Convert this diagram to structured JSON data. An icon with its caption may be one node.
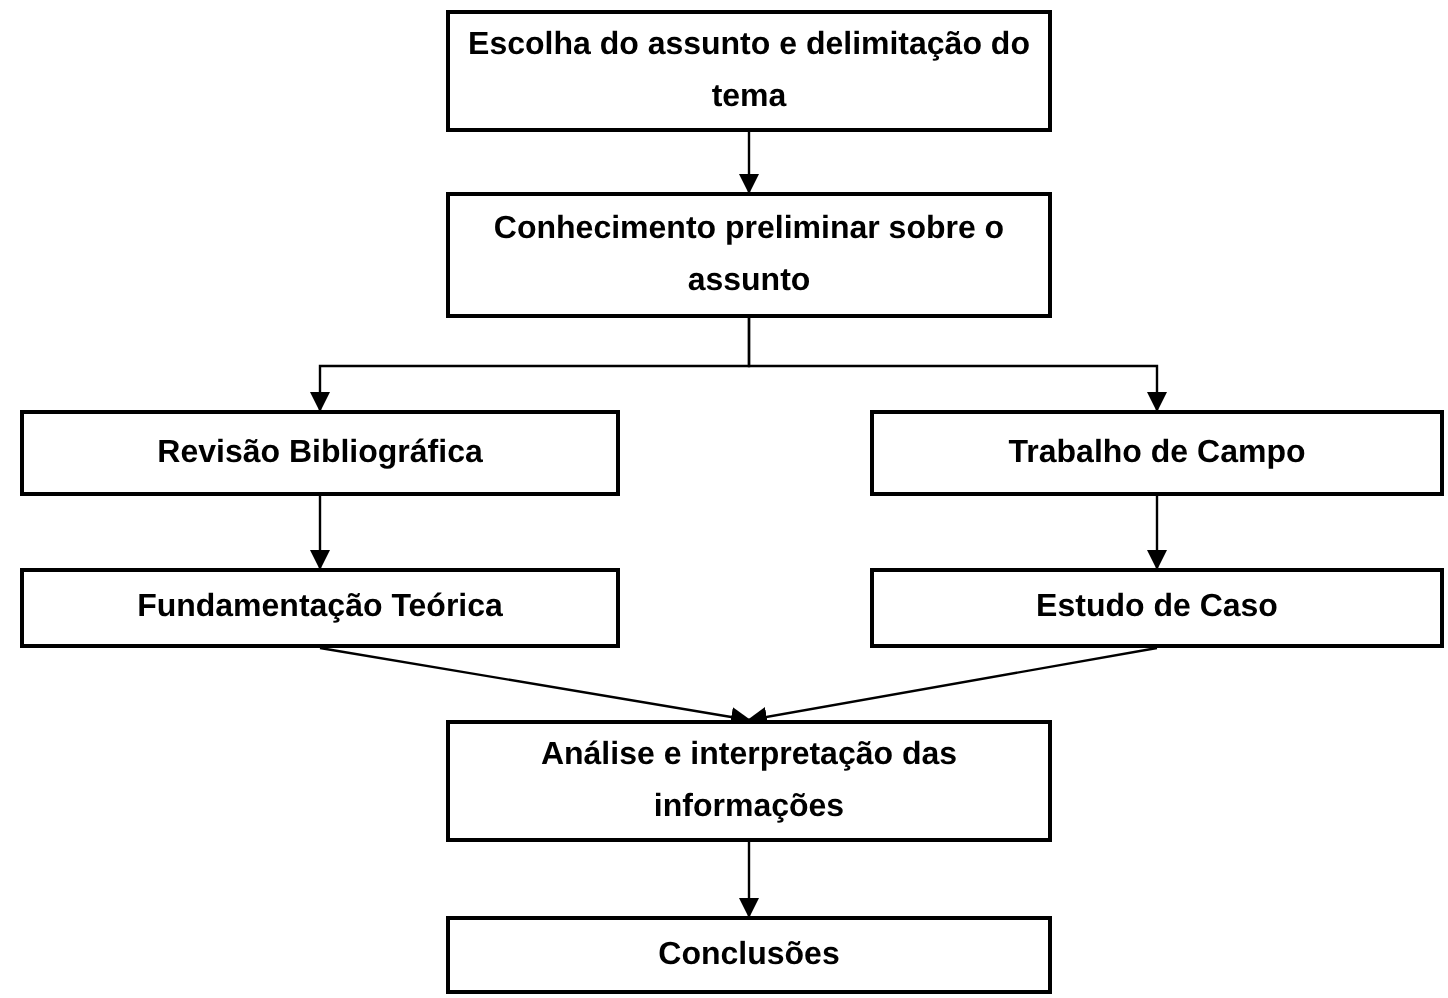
{
  "diagram": {
    "nodes": [
      {
        "text": [
          "Escolha do assunto e delimitação do tema"
        ]
      },
      {
        "text": [
          "Conhecimento preliminar sobre o assunto"
        ]
      },
      {
        "text": [
          "Revisão Bibliográfica"
        ]
      },
      {
        "text": [
          "Fundamentação Teórica"
        ]
      },
      {
        "text": [
          "Trabalho de Campo"
        ]
      },
      {
        "text": [
          "Estudo de Caso"
        ]
      },
      {
        "text": [
          "Análise e interpretação das informações"
        ]
      },
      {
        "text": [
          "Conclusões"
        ]
      }
    ],
    "edges": [
      {
        "from": 0,
        "to": 1,
        "arrow": "to"
      },
      {
        "from": 1,
        "to": 2,
        "arrow": "to"
      },
      {
        "from": 1,
        "to": 4,
        "arrow": "to"
      },
      {
        "from": 2,
        "to": 3,
        "arrow": "to"
      },
      {
        "from": 4,
        "to": 5,
        "arrow": "to"
      },
      {
        "from": 3,
        "to": 6,
        "arrow": "to"
      },
      {
        "from": 5,
        "to": 6,
        "arrow": "to"
      },
      {
        "from": 6,
        "to": 7,
        "arrow": "to"
      }
    ]
  }
}
